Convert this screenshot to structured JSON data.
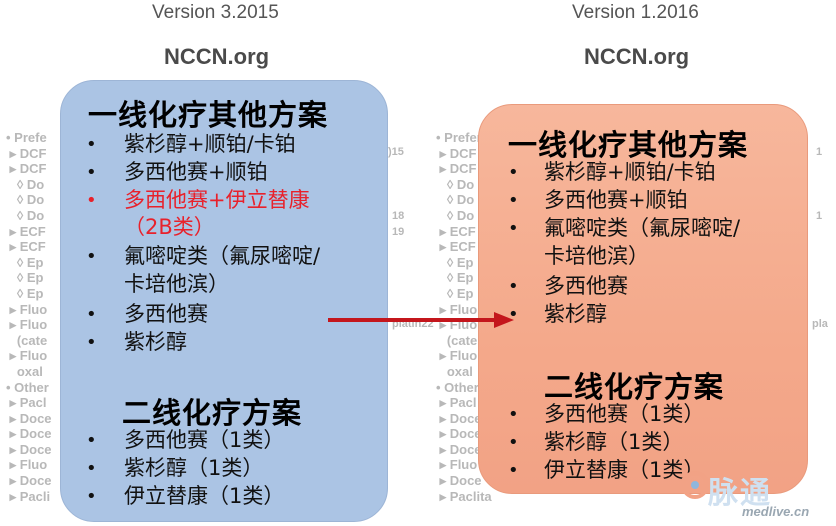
{
  "header": {
    "left_version": "Version 3.2015",
    "right_version": "Version 1.2016",
    "left_site": "NCCN.org",
    "right_site": "NCCN.org"
  },
  "left_panel": {
    "heading1": "一线化疗其他方案",
    "items1": [
      {
        "line1": "紫杉醇+顺铂/卡铂",
        "line2": ""
      },
      {
        "line1": "多西他赛+顺铂",
        "line2": ""
      },
      {
        "line1": "多西他赛+伊立替康",
        "line2": "（2B类）",
        "highlight": true
      },
      {
        "line1": "氟嘧啶类（氟尿嘧啶/",
        "line2": "卡培他滨）"
      },
      {
        "line1": "多西他赛",
        "line2": ""
      },
      {
        "line1": "紫杉醇",
        "line2": ""
      }
    ],
    "heading2": "二线化疗方案",
    "items2": [
      "多西他赛（1类）",
      "紫杉醇（1类）",
      "伊立替康（1类）"
    ]
  },
  "right_panel": {
    "heading1": "一线化疗其他方案",
    "items1": [
      {
        "line1": "紫杉醇+顺铂/卡铂",
        "line2": ""
      },
      {
        "line1": "多西他赛+顺铂",
        "line2": ""
      },
      {
        "line1": "氟嘧啶类（氟尿嘧啶/",
        "line2": "卡培他滨）"
      },
      {
        "line1": "多西他赛",
        "line2": ""
      },
      {
        "line1": "紫杉醇",
        "line2": ""
      }
    ],
    "heading2": "二线化疗方案",
    "items2": [
      "多西他赛（1类）",
      "紫杉醇（1类）",
      "伊立替康（1类）"
    ]
  },
  "background_text": {
    "left_col": "• Prefe\n ▸ DCF\n ▸ DCF\n   ◊ Do\n   ◊ Do\n   ◊ Do\n ▸ ECF\n ▸ ECF\n   ◊ Ep\n   ◊ Ep\n   ◊ Ep\n ▸ Fluo\n ▸ Fluo\n   (cate\n ▸ Fluo\n   oxal\n• Other\n ▸ Pacl\n ▸ Doce\n ▸ Doce\n ▸ Doce\n ▸ Fluo\n ▸ Doce\n ▸ Pacli",
    "right_col": "• Prefer\n ▸ DCF\n ▸ DCF\n   ◊ Do\n   ◊ Do\n   ◊ Do\n ▸ ECF\n ▸ ECF\n   ◊ Ep\n   ◊ Ep\n   ◊ Ep\n ▸ Fluo\n ▸ Fluo\n   (cate\n ▸ Fluo\n   oxal\n• Other\n ▸ Pacl\n ▸ Doce\n ▸ Doce\n ▸ Doce\n ▸ Fluo\n ▸ Doce\n ▸ Paclita",
    "left_sup_1": ")15",
    "left_sup_2": "18",
    "left_sup_3": "19",
    "left_sup_4": "platin22",
    "right_sup_1": "1",
    "right_sup_2": "1",
    "right_sup_3": "pla"
  },
  "watermark": {
    "brand": "脉通",
    "site": "medlive.cn"
  }
}
